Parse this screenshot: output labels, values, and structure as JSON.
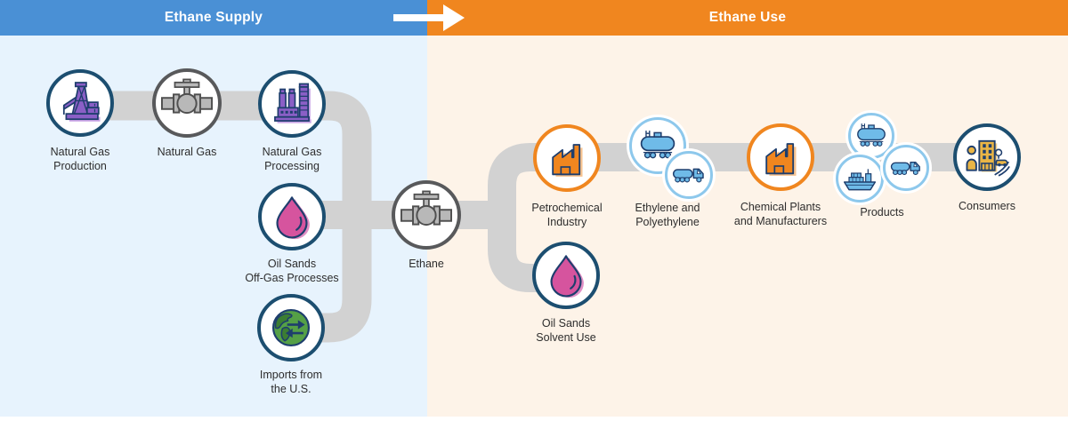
{
  "header": {
    "supply_label": "Ethane Supply",
    "use_label": "Ethane Use",
    "arrow_icon": "right-arrow-icon"
  },
  "nodes": {
    "natural_gas_production": {
      "label": "Natural Gas\nProduction",
      "icon": "oil-rig-icon"
    },
    "natural_gas": {
      "label": "Natural Gas",
      "icon": "pipeline-valve-icon"
    },
    "natural_gas_processing": {
      "label": "Natural Gas\nProcessing",
      "icon": "processing-plant-icon"
    },
    "oil_sands_off_gas": {
      "label": "Oil Sands\nOff-Gas Processes",
      "icon": "oil-droplet-icon"
    },
    "imports_us": {
      "label": "Imports from\nthe U.S.",
      "icon": "globe-trade-icon"
    },
    "ethane": {
      "label": "Ethane",
      "icon": "pipeline-valve-icon"
    },
    "petrochemical": {
      "label": "Petrochemical\nIndustry",
      "icon": "factory-icon"
    },
    "ethylene": {
      "label": "Ethylene and\nPolyethylene",
      "icons": [
        "rail-tank-car-icon",
        "tank-truck-icon"
      ]
    },
    "chemical_plants": {
      "label": "Chemical Plants\nand Manufacturers",
      "icon": "factory-icon"
    },
    "products": {
      "label": "Products",
      "icons": [
        "rail-tank-car-icon",
        "cargo-ship-icon",
        "tank-truck-icon"
      ]
    },
    "consumers": {
      "label": "Consumers",
      "icon": "community-icon"
    },
    "oil_sands_solvent": {
      "label": "Oil Sands\nSolvent Use",
      "icon": "oil-droplet-icon"
    }
  },
  "colors": {
    "supply_blue": "#4a90d5",
    "use_orange": "#f0861f",
    "bg_light_blue": "#e7f3fd",
    "bg_light_cream": "#fdf3e8",
    "pipe_gray": "#d2d2d2",
    "ring_navy": "#1c4e70",
    "ring_gray": "#58595b",
    "ring_light_blue": "#8dc8ec",
    "icon_purple": "#8a5fc6",
    "icon_pink": "#d6549e",
    "icon_green": "#55a046",
    "icon_blue": "#6fbbe8",
    "icon_yellow": "#eab545",
    "icon_outline_navy": "#1e3e6d"
  }
}
